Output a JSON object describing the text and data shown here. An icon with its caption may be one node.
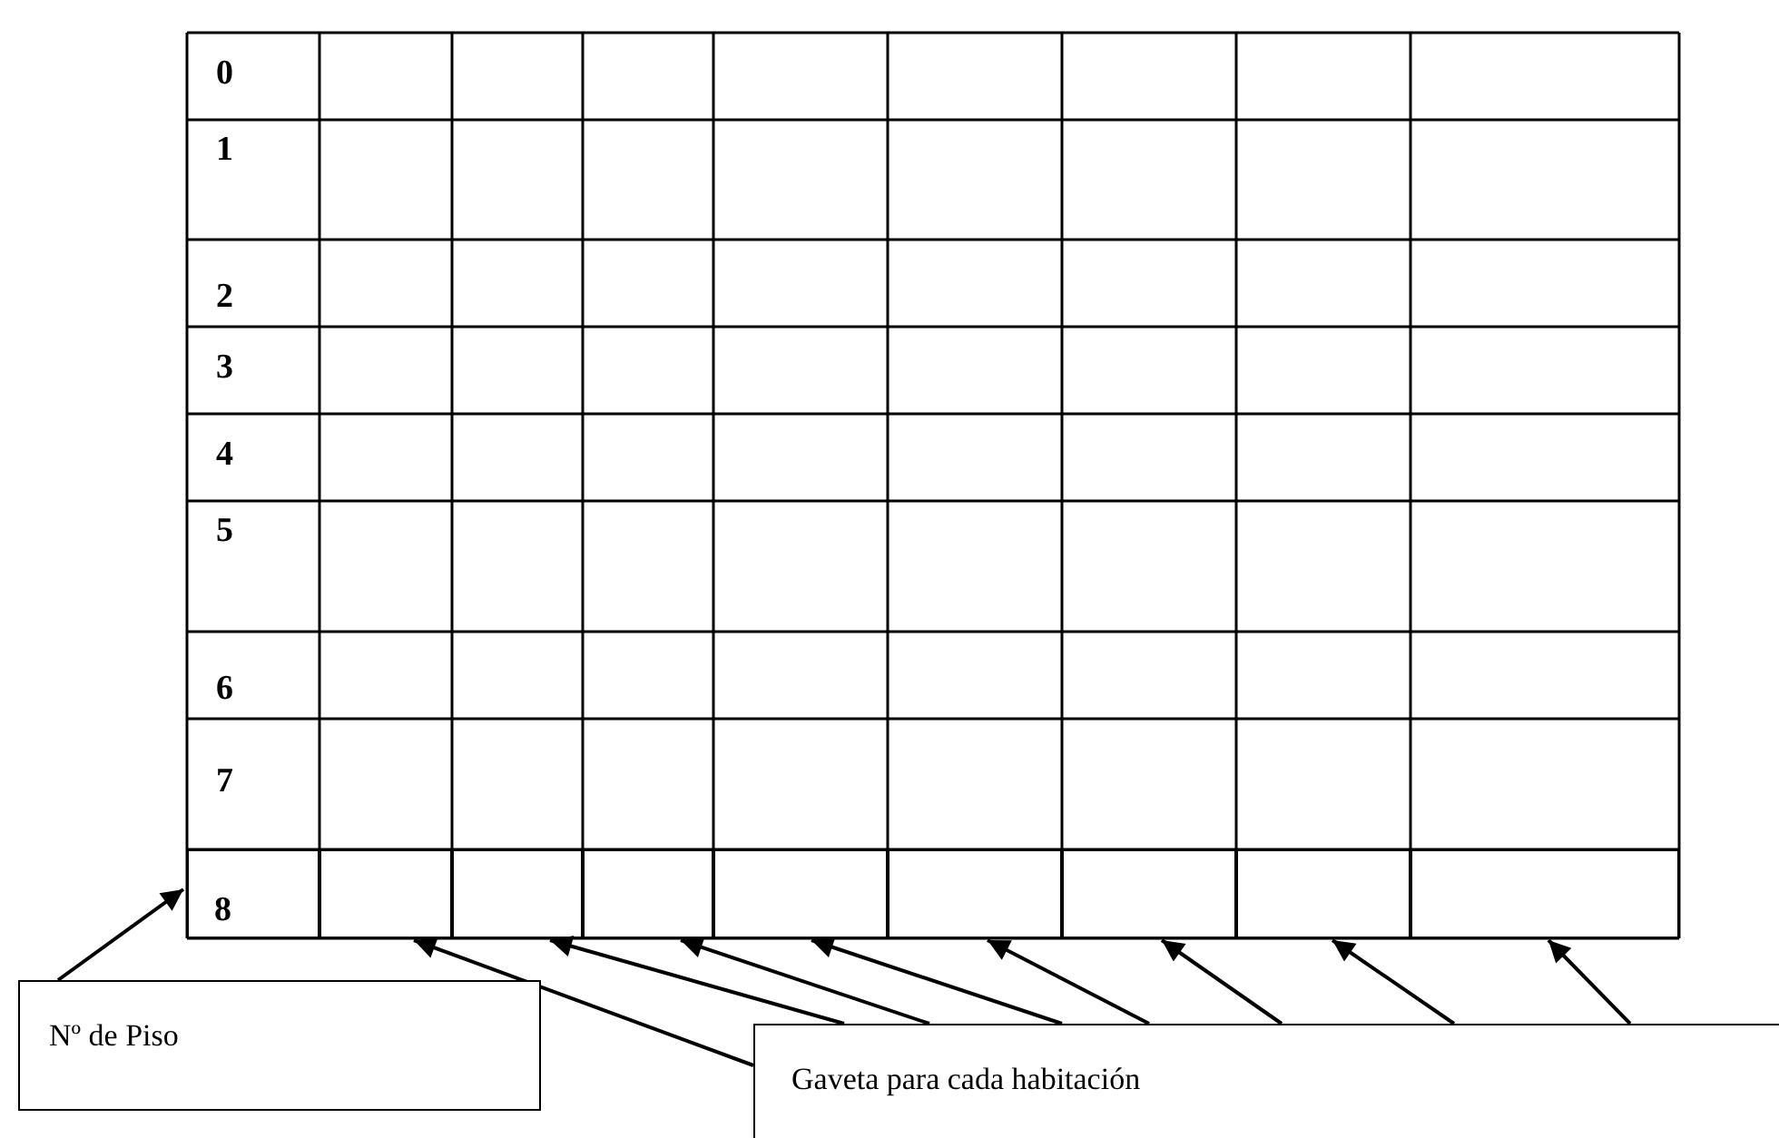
{
  "diagram": {
    "nodes": [
      {
        "text": [
          "Nº de Piso"
        ]
      },
      {
        "text": [
          "Gaveta para cada habitación"
        ]
      },
      {
        "text": [
          "8"
        ]
      },
      {
        "text": [],
        "shape": "box"
      },
      {
        "text": [],
        "shape": "box"
      },
      {
        "text": [],
        "shape": "box"
      },
      {
        "text": [],
        "shape": "box"
      },
      {
        "text": [],
        "shape": "box"
      },
      {
        "text": [],
        "shape": "box"
      },
      {
        "text": [],
        "shape": "box"
      },
      {
        "text": [],
        "shape": "box"
      }
    ],
    "edges": [
      {
        "from": 0,
        "to": 2,
        "arrow": "to"
      },
      {
        "from": 1,
        "to": 3,
        "arrow": "to"
      },
      {
        "from": 1,
        "to": 4,
        "arrow": "to"
      },
      {
        "from": 1,
        "to": 5,
        "arrow": "to"
      },
      {
        "from": 1,
        "to": 6,
        "arrow": "to"
      },
      {
        "from": 1,
        "to": 7,
        "arrow": "to"
      },
      {
        "from": 1,
        "to": 8,
        "arrow": "to"
      },
      {
        "from": 1,
        "to": 9,
        "arrow": "to"
      },
      {
        "from": 1,
        "to": 10,
        "arrow": "to"
      }
    ],
    "labels": [
      "0",
      "1",
      "2",
      "3",
      "4",
      "5",
      "6",
      "7"
    ]
  }
}
